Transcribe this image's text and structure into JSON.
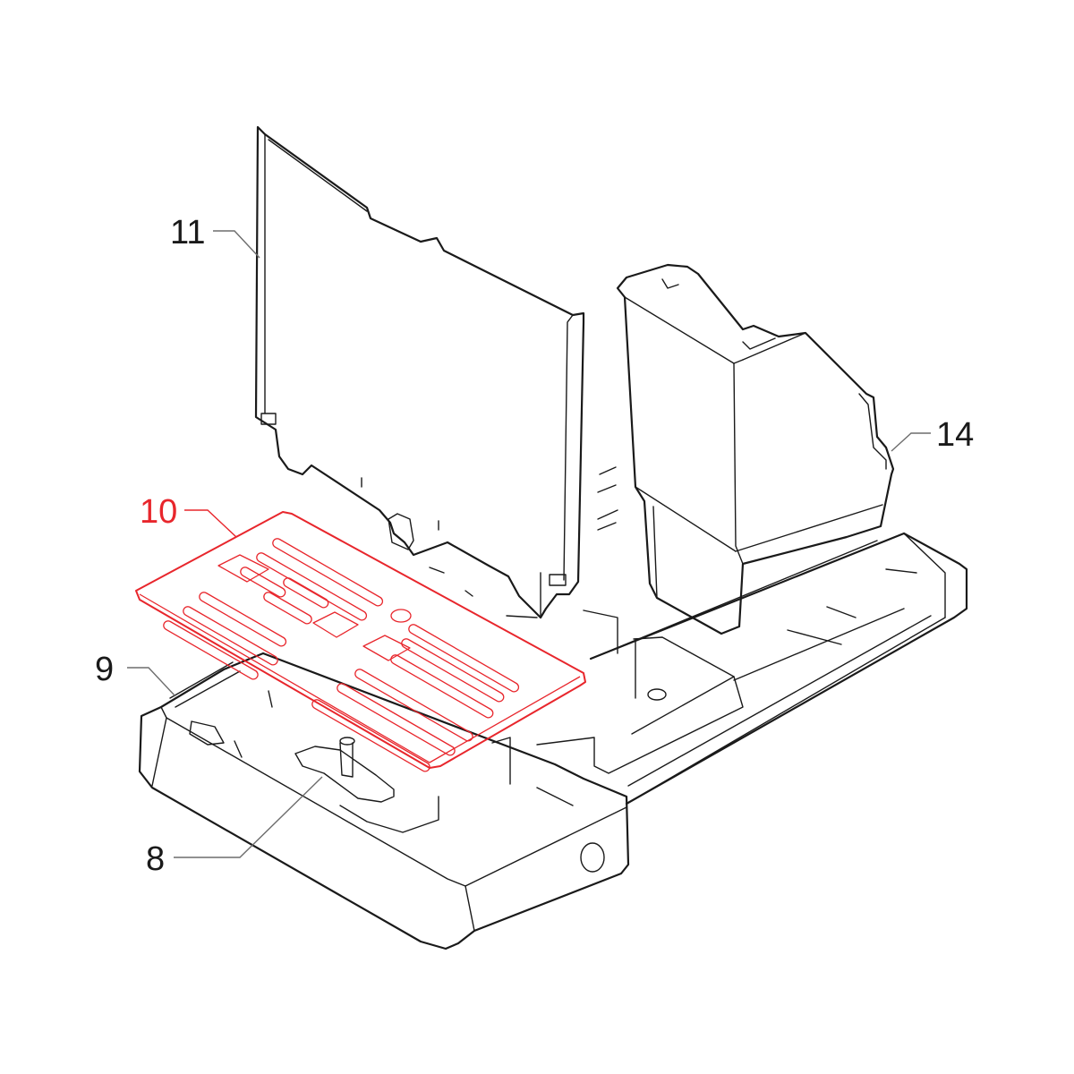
{
  "diagram": {
    "callouts": [
      {
        "id": "11",
        "label": "11",
        "highlighted": false
      },
      {
        "id": "14",
        "label": "14",
        "highlighted": false
      },
      {
        "id": "10",
        "label": "10",
        "highlighted": true
      },
      {
        "id": "9",
        "label": "9",
        "highlighted": false
      },
      {
        "id": "8",
        "label": "8",
        "highlighted": false
      }
    ],
    "colors": {
      "line": "#1a1a1a",
      "leader": "#6d6d6d",
      "highlight": "#e8262c",
      "background": "#ffffff"
    }
  }
}
